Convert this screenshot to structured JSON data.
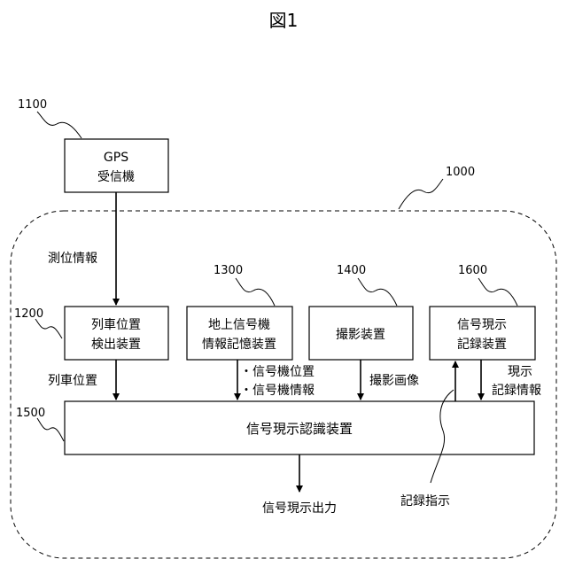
{
  "figure_title": "図1",
  "system": {
    "ref": "1000"
  },
  "gps": {
    "ref": "1100",
    "line1": "GPS",
    "line2": "受信機"
  },
  "train_pos": {
    "ref": "1200",
    "line1": "列車位置",
    "line2": "検出装置"
  },
  "signal_mem": {
    "ref": "1300",
    "line1": "地上信号機",
    "line2": "情報記憶装置"
  },
  "camera": {
    "ref": "1400",
    "label": "撮影装置"
  },
  "recorder": {
    "ref": "1600",
    "line1": "信号現示",
    "line2": "記録装置"
  },
  "recognizer": {
    "ref": "1500",
    "label": "信号現示認識装置"
  },
  "edges": {
    "positioning_info": "測位情報",
    "train_position": "列車位置",
    "signal_position": "・信号機位置",
    "signal_info": "・信号機情報",
    "captured_image": "撮影画像",
    "aspect_record_line1": "現示",
    "aspect_record_line2": "記録情報",
    "record_instruction": "記録指示",
    "aspect_output": "信号現示出力"
  }
}
